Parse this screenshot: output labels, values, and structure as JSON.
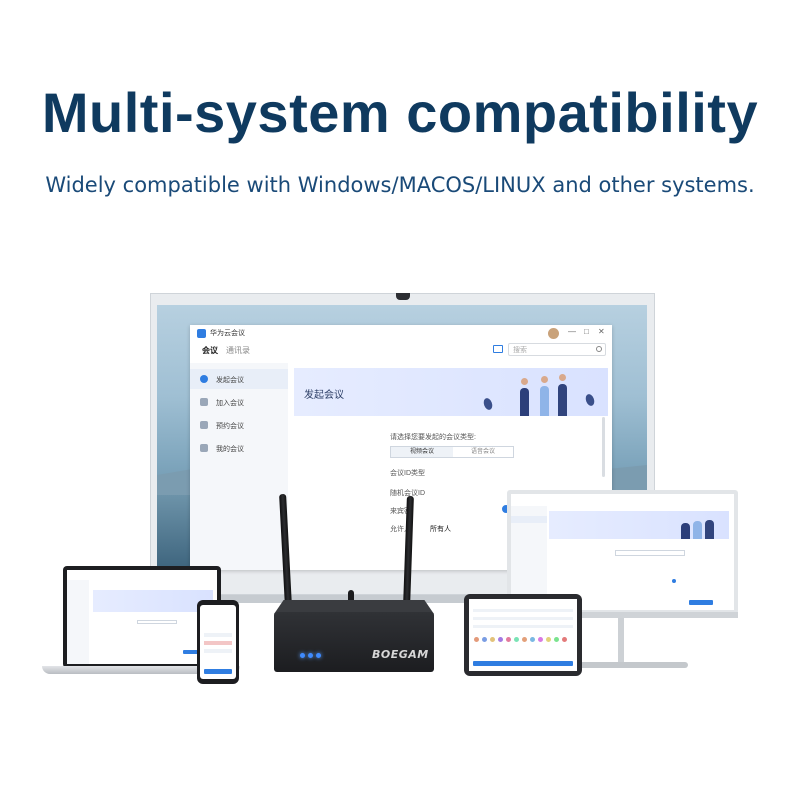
{
  "headline": "Multi-system compatibility",
  "subline": "Widely compatible with Windows/MACOS/LINUX and other systems.",
  "brand": "BOEGAM",
  "app": {
    "title": "华为云会议",
    "tabs": [
      "会议",
      "通讯录"
    ],
    "search_placeholder": "搜索",
    "window_controls": [
      "—",
      "□",
      "✕"
    ],
    "sidebar": [
      {
        "label": "发起会议",
        "icon": "video-call-icon",
        "selected": true
      },
      {
        "label": "加入会议",
        "icon": "join-icon",
        "selected": false
      },
      {
        "label": "预约会议",
        "icon": "calendar-icon",
        "selected": false
      },
      {
        "label": "我的会议",
        "icon": "list-icon",
        "selected": false
      }
    ],
    "banner_title": "发起会议",
    "form": {
      "prompt": "请选择您要发起的会议类型:",
      "type_video": "视频会议",
      "type_audio": "语音会议",
      "meeting_id_type": "会议ID类型",
      "random_id": "随机会议ID",
      "guest_pwd": "来宾密",
      "allow_join": "允许入",
      "allow_value": "所有人"
    }
  },
  "colors": {
    "headline": "#0f3a5f",
    "accent": "#2f7de1",
    "led": "#3f8bff"
  }
}
